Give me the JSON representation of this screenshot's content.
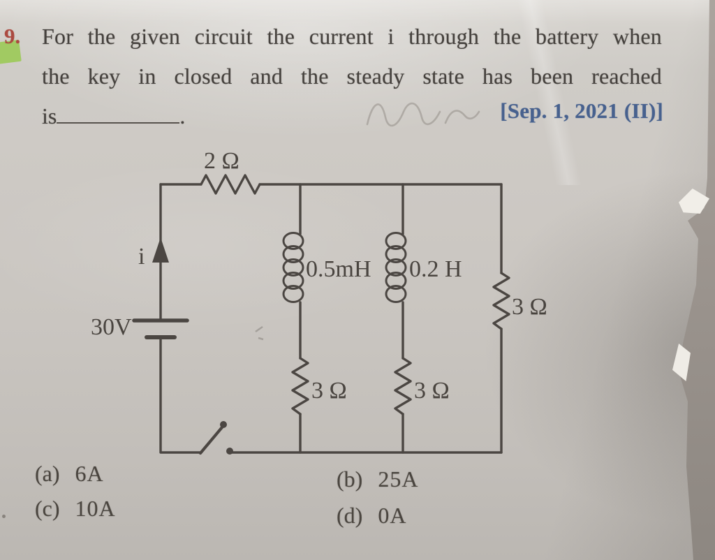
{
  "question": {
    "number": "9.",
    "line1": "For the given circuit the current i through the battery when",
    "line2": "the key in closed and the steady state has been reached",
    "line3_prefix": "is",
    "line3_suffix": ".",
    "citation": "[Sep. 1, 2021 (II)]"
  },
  "circuit": {
    "top_resistor_label": "2 Ω",
    "current_label": "i",
    "battery_label": "30V",
    "inductor1_label": "0.5mH",
    "inductor2_label": "0.2 H",
    "branch1_resistor_label": "3 Ω",
    "branch2_resistor_label": "3 Ω",
    "right_resistor_label": "3 Ω"
  },
  "options": [
    {
      "label": "(a)",
      "value": "6A"
    },
    {
      "label": "(b)",
      "value": "25A"
    },
    {
      "label": "(c)",
      "value": "10A"
    },
    {
      "label": "(d)",
      "value": "0A"
    }
  ],
  "colors": {
    "ink": "#45413d",
    "question_number_red": "#ab4a40",
    "highlight_green": "#9bca57",
    "citation_blue": "#47618e",
    "paper": "#cdc9c4"
  }
}
